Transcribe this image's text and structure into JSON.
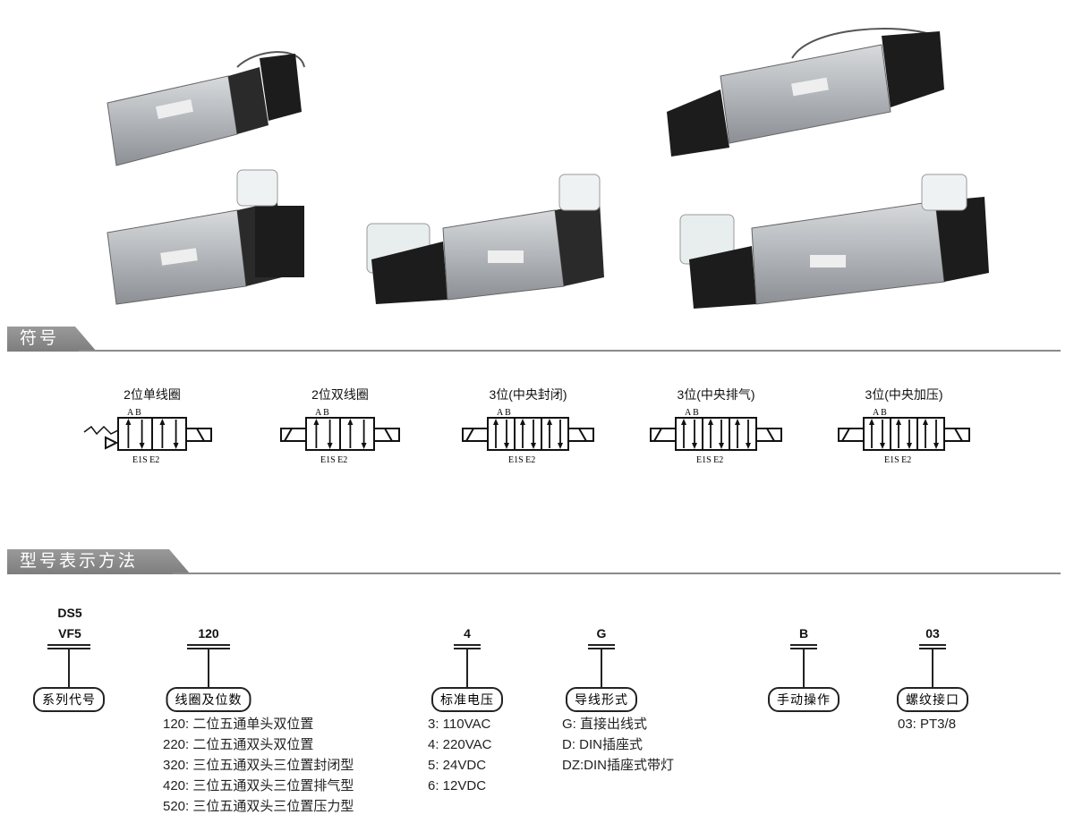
{
  "sections": {
    "symbols": "符号",
    "model": "型号表示方法"
  },
  "symbols": [
    {
      "title": "2位单线圈",
      "ports_top": "A B",
      "ports_bottom": "E1S E2"
    },
    {
      "title": "2位双线圈",
      "ports_top": "A B",
      "ports_bottom": "E1S E2"
    },
    {
      "title": "3位(中央封闭)",
      "ports_top": "A  B",
      "ports_bottom": "E1S E2"
    },
    {
      "title": "3位(中央排气)",
      "ports_top": "A  B",
      "ports_bottom": "E1S E2"
    },
    {
      "title": "3位(中央加压)",
      "ports_top": "A  B",
      "ports_bottom": "E1S E2"
    }
  ],
  "model": {
    "series": {
      "codes": [
        "DS5",
        "VF5"
      ],
      "label": "系列代号"
    },
    "coil": {
      "code": "120",
      "label": "线圈及位数",
      "options": [
        "120: 二位五通单头双位置",
        "220: 二位五通双头双位置",
        "320: 三位五通双头三位置封闭型",
        "420: 三位五通双头三位置排气型",
        "520: 三位五通双头三位置压力型"
      ]
    },
    "voltage": {
      "code": "4",
      "label": "标准电压",
      "options": [
        "3: 110VAC",
        "4: 220VAC",
        "5: 24VDC",
        "6: 12VDC"
      ]
    },
    "wiring": {
      "code": "G",
      "label": "导线形式",
      "options": [
        "G: 直接出线式",
        "D: DIN插座式",
        "DZ:DIN插座式带灯"
      ]
    },
    "manual": {
      "code": "B",
      "label": "手动操作"
    },
    "port": {
      "code": "03",
      "label": "螺纹接口",
      "options": [
        "03: PT3/8"
      ]
    }
  }
}
